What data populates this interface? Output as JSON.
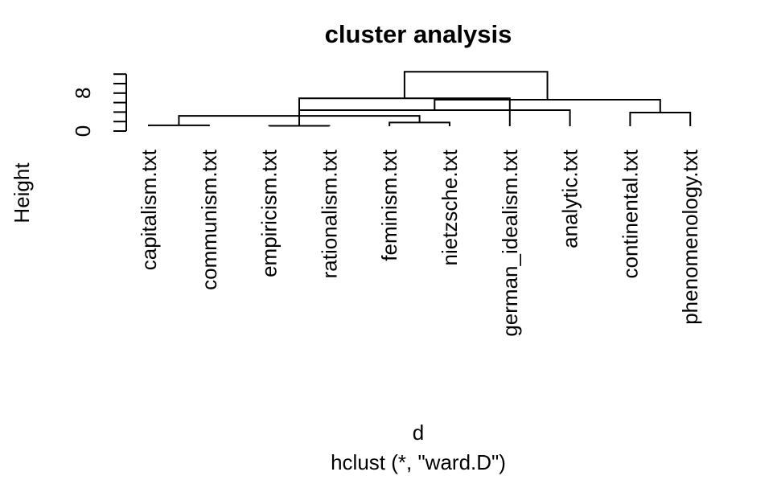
{
  "chart_data": {
    "type": "dendrogram",
    "title": "cluster analysis",
    "xlabel": "d",
    "sub": "hclust (*, \"ward.D\")",
    "ylabel": "Height",
    "yticks": [
      0,
      8
    ],
    "ylim": [
      0,
      12
    ],
    "leaves": [
      "capitalism.txt",
      "communism.txt",
      "empiricism.txt",
      "rationalism.txt",
      "feminism.txt",
      "nietzsche.txt",
      "german_idealism.txt",
      "analytic.txt",
      "continental.txt",
      "phenomenology.txt"
    ],
    "merges": [
      {
        "left": 0,
        "right": 1,
        "height": 1.2
      },
      {
        "left": 2,
        "right": 3,
        "height": 1.1
      },
      {
        "left": 4,
        "right": 5,
        "height": 1.8
      },
      {
        "left": 8,
        "right": 9,
        "height": 3.9
      },
      {
        "left": 7,
        "right": 11,
        "height": 4.4
      },
      {
        "left": 10,
        "right": 12,
        "height": 3.2
      },
      {
        "left": 14,
        "right": 13,
        "height": 6.6
      },
      {
        "left": 6,
        "right": 15,
        "height": 6.9
      },
      {
        "left": 16,
        "right": 17,
        "height": 12.5
      }
    ]
  }
}
